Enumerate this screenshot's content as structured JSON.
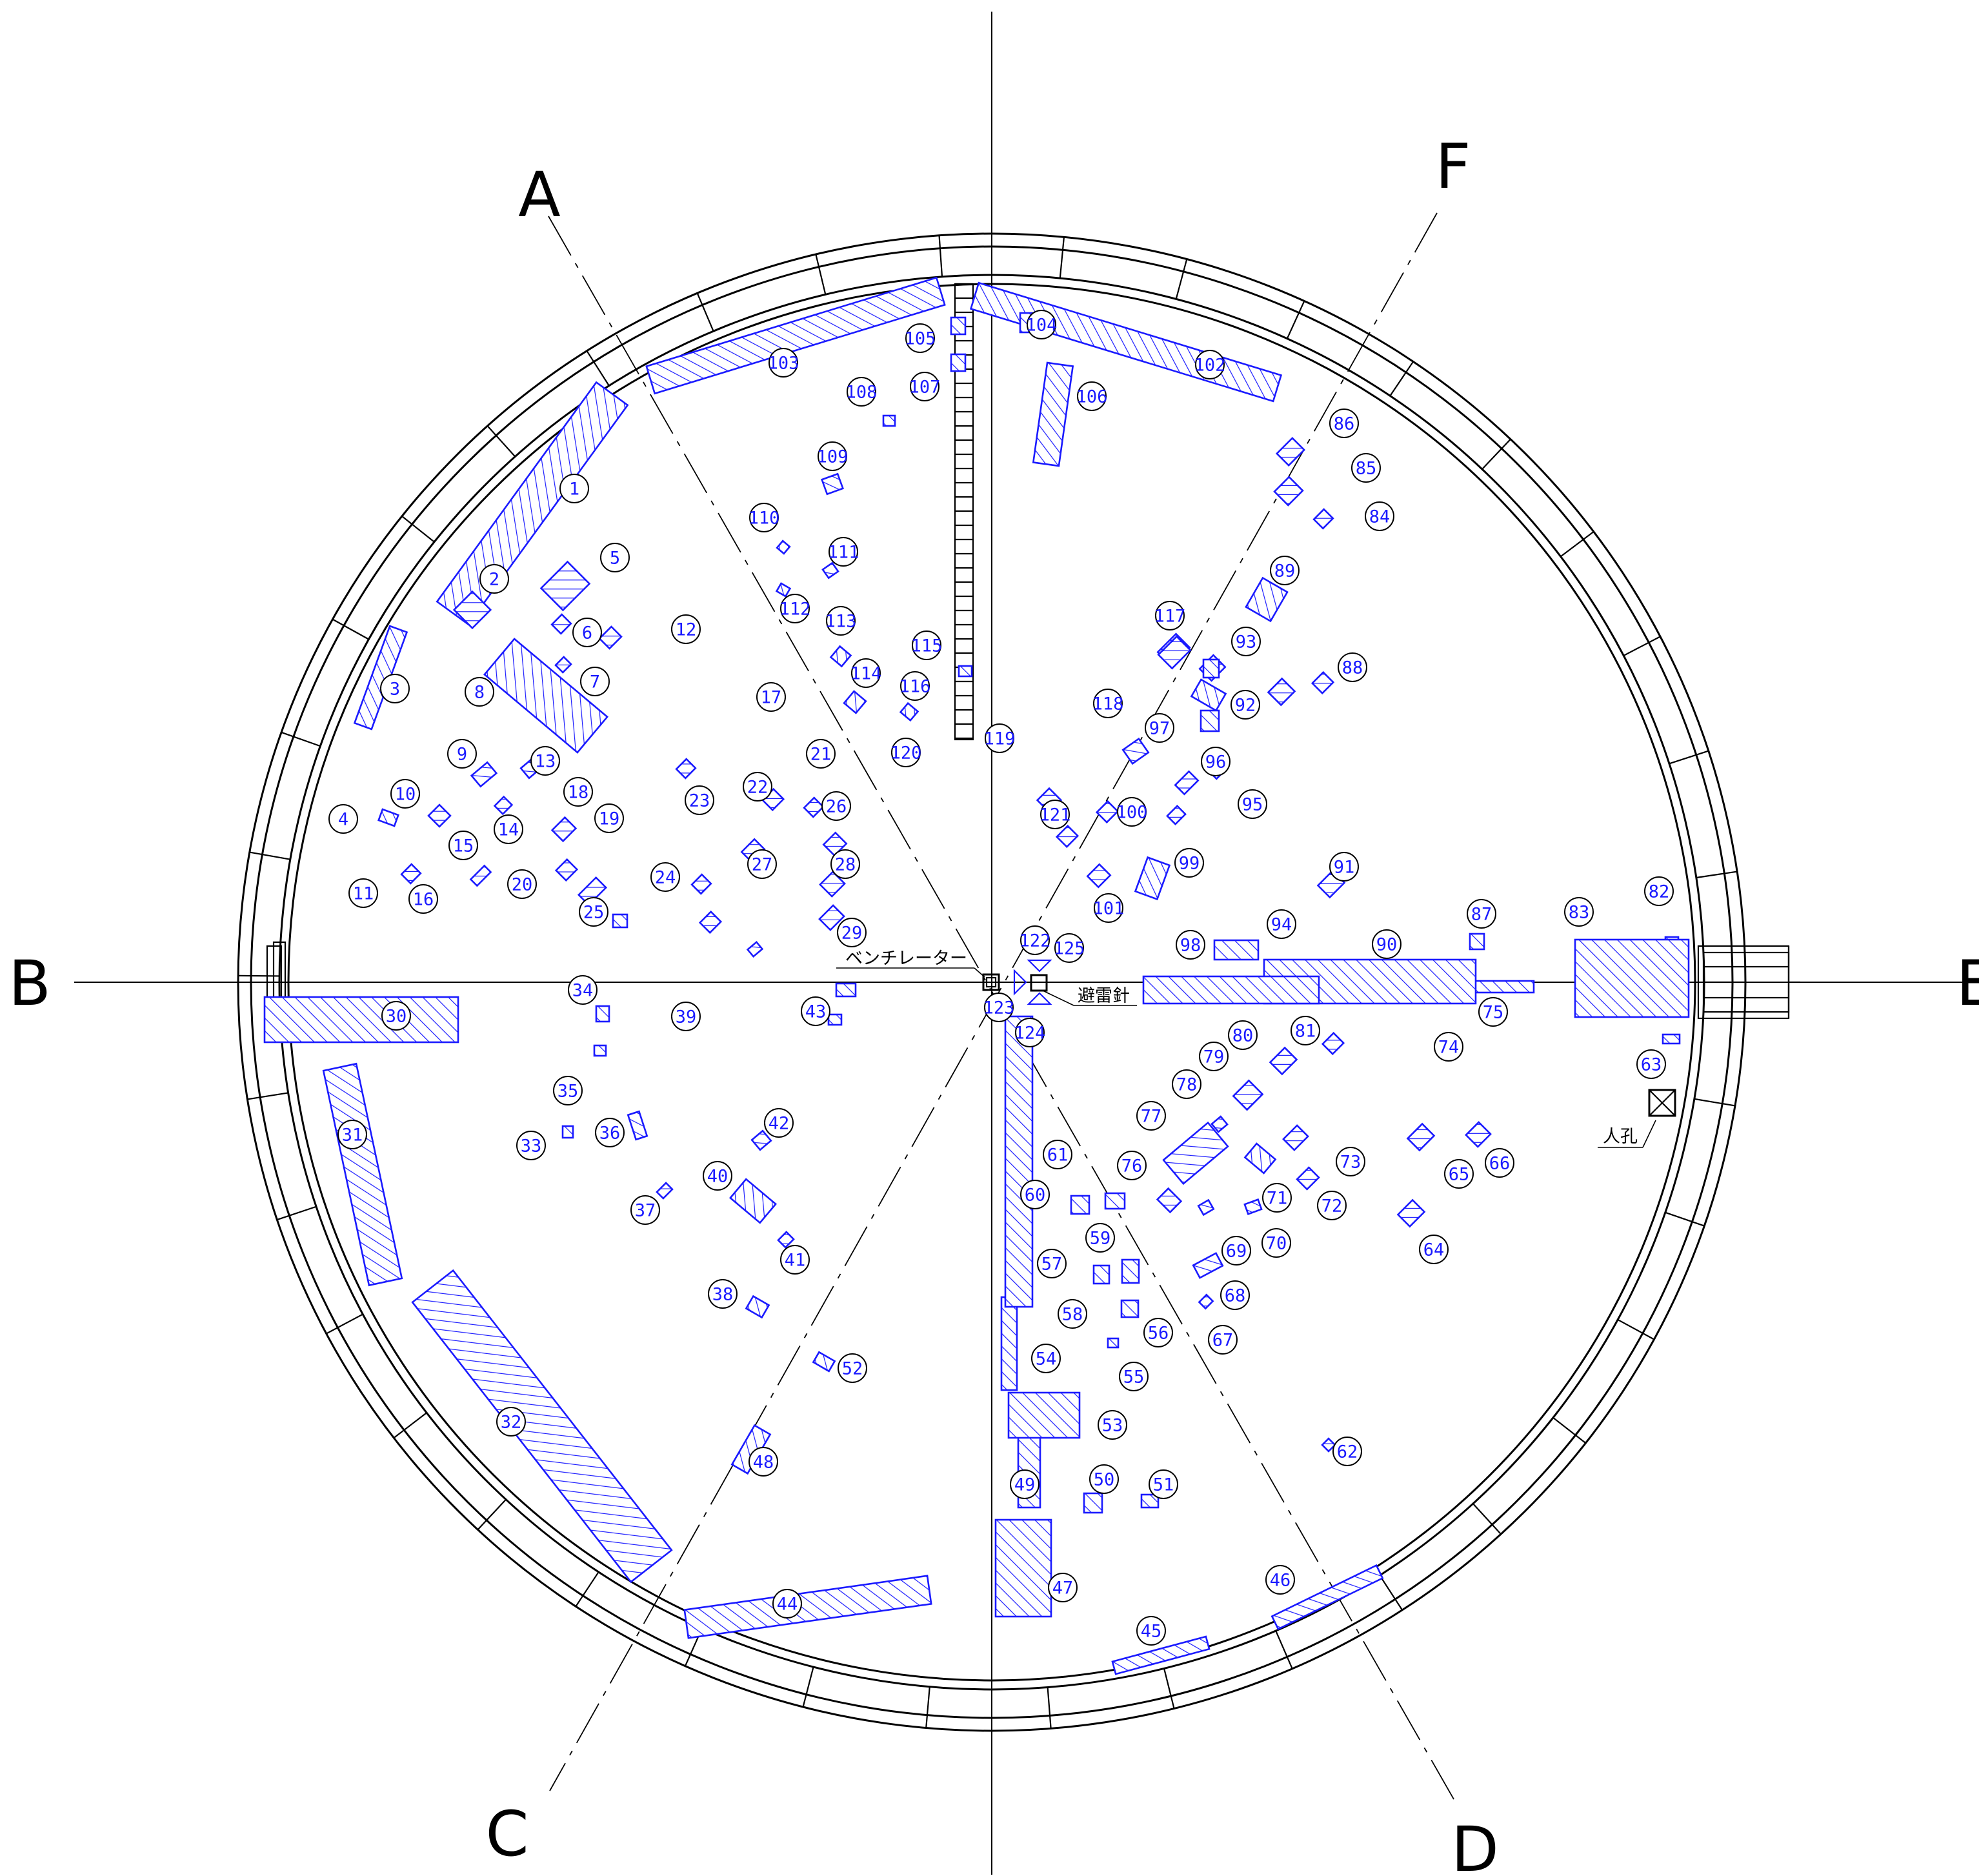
{
  "axes": [
    {
      "key": "A",
      "label": "A",
      "angle": 120
    },
    {
      "key": "F",
      "label": "F",
      "angle": 60
    },
    {
      "key": "B",
      "label": "B",
      "angle": 180
    },
    {
      "key": "E",
      "label": "E",
      "angle": 0
    },
    {
      "key": "C",
      "label": "C",
      "angle": 240
    },
    {
      "key": "D",
      "label": "D",
      "angle": 300
    }
  ],
  "annotations": {
    "ventilator": "ベンチレーター",
    "lightning_rod": "避雷針",
    "manhole": "人孔"
  },
  "colors": {
    "hatch": "#1a1aff",
    "outline": "#000000"
  },
  "patch_numbers": [
    "1",
    "2",
    "3",
    "4",
    "5",
    "6",
    "7",
    "8",
    "9",
    "10",
    "11",
    "12",
    "13",
    "14",
    "15",
    "16",
    "17",
    "18",
    "19",
    "20",
    "21",
    "22",
    "23",
    "24",
    "25",
    "26",
    "27",
    "28",
    "29",
    "30",
    "31",
    "32",
    "33",
    "34",
    "35",
    "36",
    "37",
    "38",
    "39",
    "40",
    "41",
    "42",
    "43",
    "44",
    "45",
    "46",
    "47",
    "48",
    "49",
    "50",
    "51",
    "52",
    "53",
    "54",
    "55",
    "56",
    "57",
    "58",
    "59",
    "60",
    "61",
    "62",
    "63",
    "64",
    "65",
    "66",
    "67",
    "68",
    "69",
    "70",
    "71",
    "72",
    "73",
    "74",
    "75",
    "76",
    "77",
    "78",
    "79",
    "80",
    "81",
    "82",
    "83",
    "84",
    "85",
    "86",
    "87",
    "88",
    "89",
    "90",
    "91",
    "92",
    "93",
    "94",
    "95",
    "96",
    "97",
    "98",
    "99",
    "100",
    "101",
    "102",
    "103",
    "104",
    "105",
    "106",
    "107",
    "108",
    "109",
    "110",
    "111",
    "112",
    "113",
    "114",
    "115",
    "116",
    "117",
    "118",
    "119",
    "120",
    "121",
    "122",
    "123",
    "124",
    "125"
  ]
}
